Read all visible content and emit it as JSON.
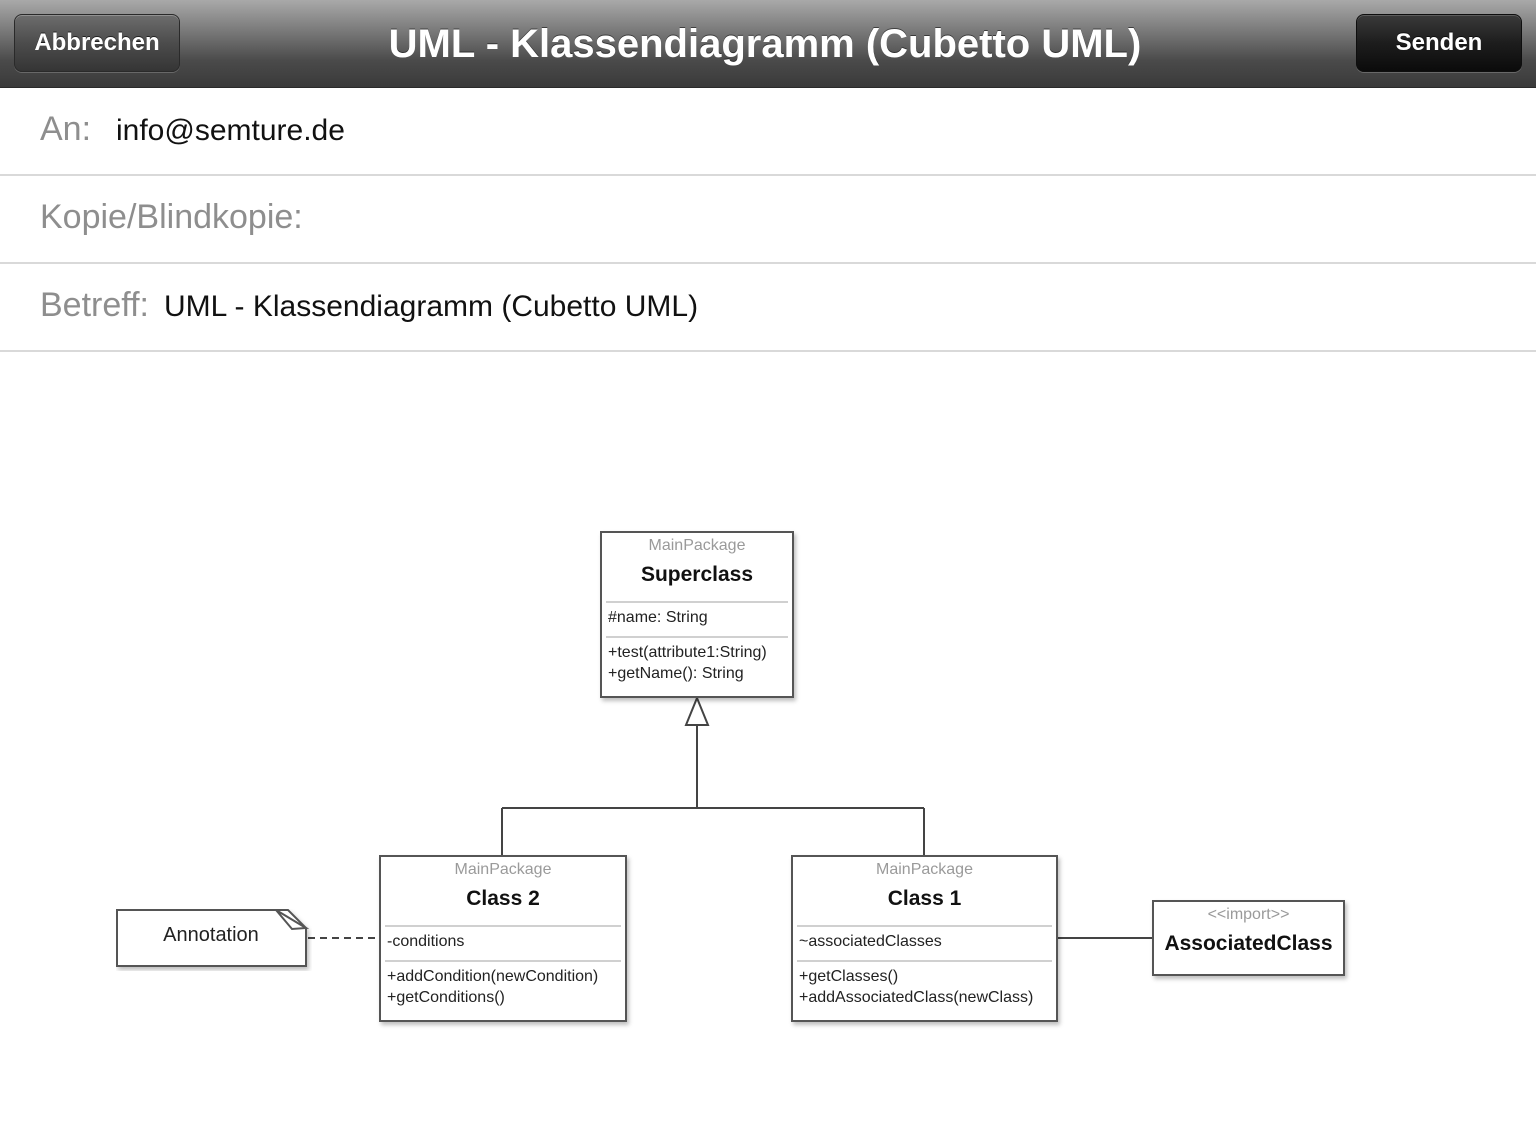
{
  "navbar": {
    "cancel_label": "Abbrechen",
    "title": "UML - Klassendiagramm (Cubetto UML)",
    "send_label": "Senden"
  },
  "fields": {
    "to": {
      "label": "An:",
      "value": "info@semture.de"
    },
    "cc": {
      "label": "Kopie/Blindkopie:",
      "value": ""
    },
    "subject": {
      "label": "Betreff:",
      "value": "UML - Klassendiagramm (Cubetto UML)"
    }
  },
  "diagram": {
    "superclass": {
      "package": "MainPackage",
      "name": "Superclass",
      "attributes": [
        "#name: String"
      ],
      "operations": [
        "+test(attribute1:String)",
        "+getName(): String"
      ]
    },
    "class2": {
      "package": "MainPackage",
      "name": "Class 2",
      "attributes": [
        "-conditions"
      ],
      "operations": [
        "+addCondition(newCondition)",
        "+getConditions()"
      ]
    },
    "class1": {
      "package": "MainPackage",
      "name": "Class 1",
      "attributes": [
        "~associatedClasses"
      ],
      "operations": [
        "+getClasses()",
        "+addAssociatedClass(newClass)"
      ]
    },
    "associated": {
      "stereotype": "<<import>>",
      "name": "AssociatedClass"
    },
    "annotation": "Annotation"
  }
}
